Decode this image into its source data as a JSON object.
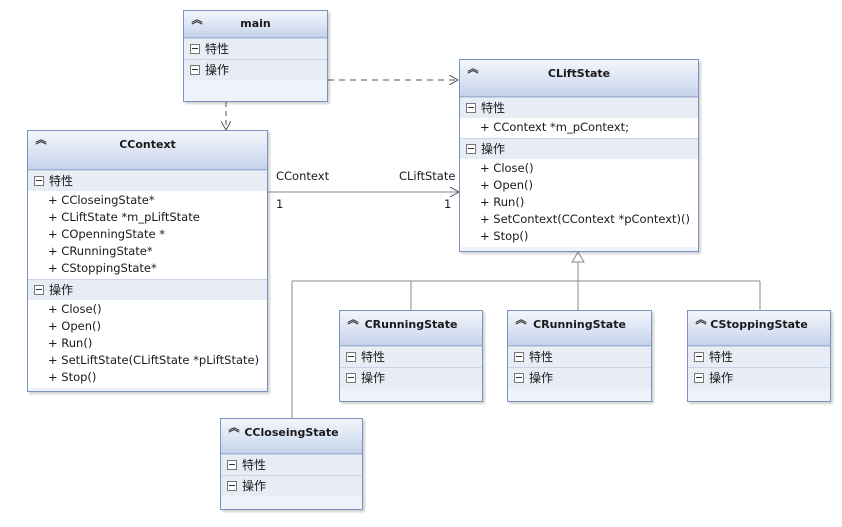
{
  "labels": {
    "attrs": "特性",
    "ops": "操作"
  },
  "classes": {
    "main": {
      "name": "main",
      "attrs": [],
      "ops": []
    },
    "lift": {
      "name": "CLiftState",
      "attrs": [
        "+ CContext *m_pContext;"
      ],
      "ops": [
        "+ Close()",
        "+ Open()",
        "+ Run()",
        "+ SetContext(CContext *pContext)()",
        "+ Stop()"
      ]
    },
    "context": {
      "name": "CContext",
      "attrs": [
        "+ CCloseingState*",
        "+ CLiftState *m_pLiftState",
        "+ COpenningState *",
        "+ CRunningState*",
        "+ CStoppingState*"
      ],
      "ops": [
        "+ Close()",
        "+ Open()",
        "+ Run()",
        "+ SetLiftState(CLiftState *pLiftState)",
        "+ Stop()"
      ]
    },
    "running1": {
      "name": "CRunningState",
      "attrs": [],
      "ops": []
    },
    "running2": {
      "name": "CRunningState",
      "attrs": [],
      "ops": []
    },
    "stopping": {
      "name": "CStoppingState",
      "attrs": [],
      "ops": []
    },
    "closing": {
      "name": "CCloseingState",
      "attrs": [],
      "ops": []
    }
  },
  "association": {
    "source_role": "CContext",
    "target_role": "CLiftState",
    "source_mult": "1",
    "target_mult": "1"
  },
  "colors": {
    "border": "#7d93bf",
    "header": "#d9e2f3",
    "line": "#8a8a8a"
  }
}
